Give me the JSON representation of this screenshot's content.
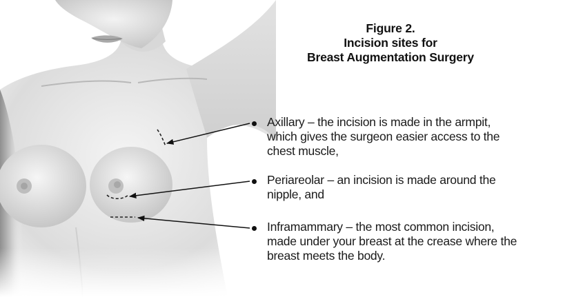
{
  "figure": {
    "title_lines": [
      "Figure 2.",
      "Incision sites for",
      "Breast Augmentation Surgery"
    ]
  },
  "callouts": [
    {
      "id": "axillary",
      "lines": [
        "Axillary – the incision is made in the armpit,",
        "which gives the surgeon easier access to the",
        "chest muscle,"
      ]
    },
    {
      "id": "periareolar",
      "lines": [
        "Periareolar – an incision is made around the",
        "nipple, and"
      ]
    },
    {
      "id": "inframammary",
      "lines": [
        "Inframammary – the most common incision,",
        "made under your breast at the crease where the",
        "breast meets the body."
      ]
    }
  ],
  "colors": {
    "text": "#111111",
    "skin_light": "#f2f2f2",
    "skin_shadow": "#9a9a9a",
    "incision_line": "#222222"
  }
}
